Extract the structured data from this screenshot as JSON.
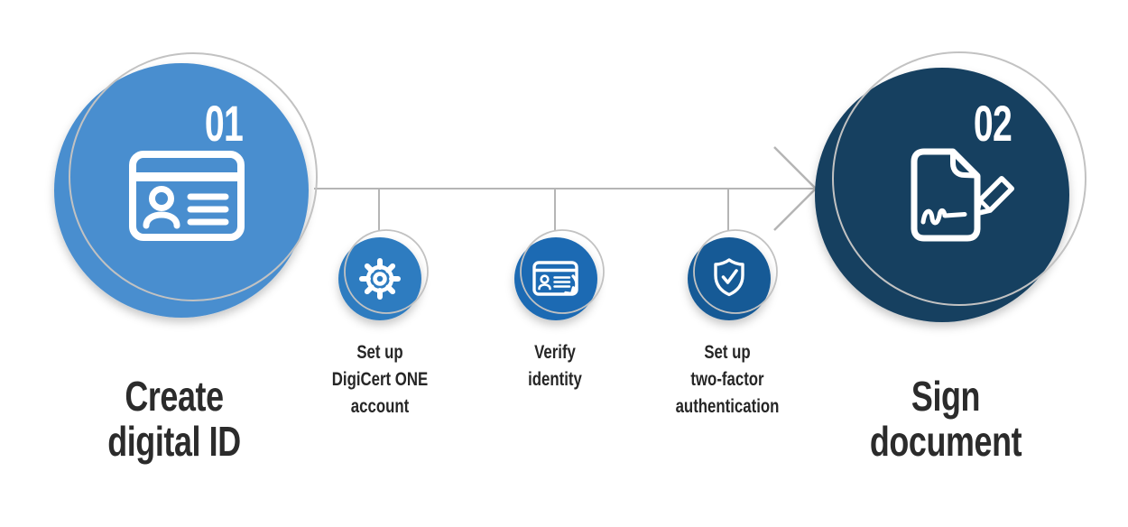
{
  "palette": {
    "start_circle": "#4a8ecf",
    "step1_circle": "#2e7bc0",
    "step2_circle": "#1d6bb3",
    "step3_circle": "#175a96",
    "end_circle": "#163f60",
    "outline": "#c2c2c2",
    "line": "#b5b5b5",
    "icon": "#ffffff",
    "text": "#262626"
  },
  "flow": {
    "start": {
      "number": "01",
      "label": "Create\ndigital ID",
      "icon": "id-card-icon"
    },
    "steps": [
      {
        "label": "Set up\nDigiCert ONE\naccount",
        "icon": "gear-icon"
      },
      {
        "label": "Verify\nidentity",
        "icon": "id-card-check-icon"
      },
      {
        "label": "Set up\ntwo-factor\nauthentication",
        "icon": "shield-check-icon"
      }
    ],
    "end": {
      "number": "02",
      "label": "Sign\ndocument",
      "icon": "document-pen-icon"
    }
  }
}
